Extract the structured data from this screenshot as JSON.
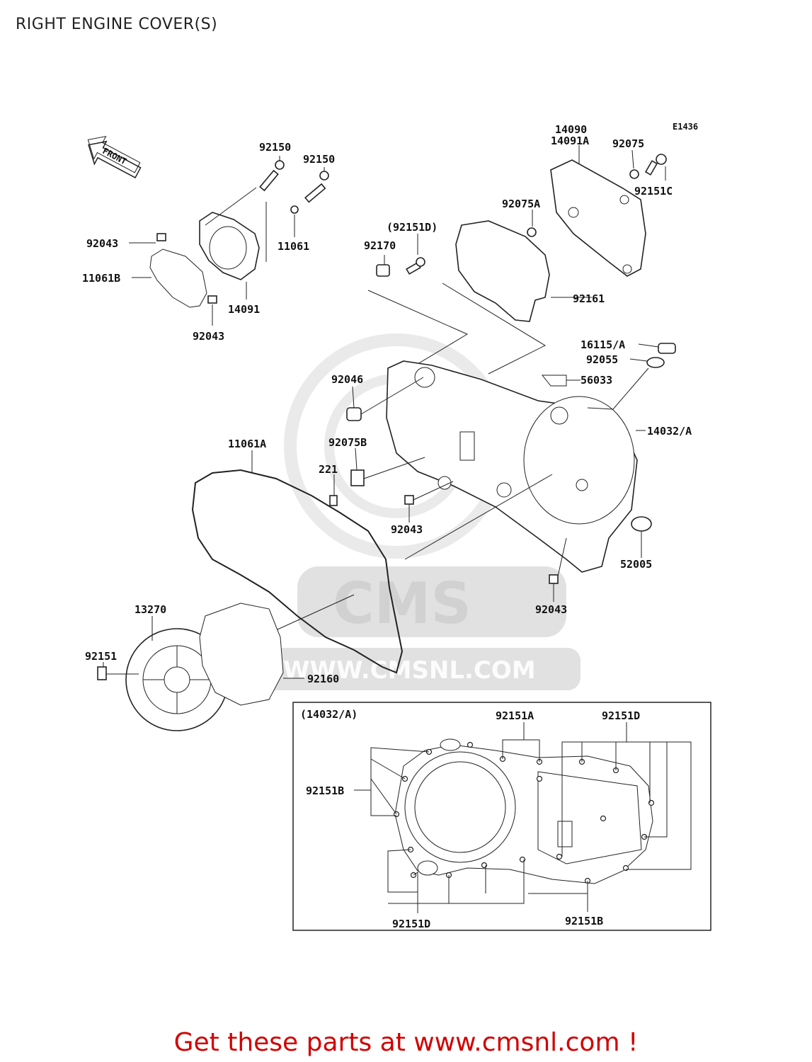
{
  "title": "RIGHT ENGINE COVER(S)",
  "figure_code": "E1436",
  "front_marker": "FRONT",
  "watermark": {
    "brand": "CMS",
    "url": "WWW.CMSNL.COM"
  },
  "inset_title": "(14032/A)",
  "labels": {
    "p14090": "14090",
    "p14091A": "14091A",
    "p92075": "92075",
    "p92151C": "92151C",
    "p92075A": "92075A",
    "p92151D_paren": "(92151D)",
    "p92170": "92170",
    "p92161": "92161",
    "p92150_a": "92150",
    "p92150_b": "92150",
    "p11061": "11061",
    "p92043_a": "92043",
    "p11061B": "11061B",
    "p14091": "14091",
    "p92043_b": "92043",
    "p16115A": "16115/A",
    "p92055": "92055",
    "p92046": "92046",
    "p56033": "56033",
    "p14032A": "14032/A",
    "p11061A": "11061A",
    "p92075B": "92075B",
    "p221": "221",
    "p92043_c": "92043",
    "p52005": "52005",
    "p92043_d": "92043",
    "p13270": "13270",
    "p92151": "92151",
    "p92160": "92160",
    "in_92151A": "92151A",
    "in_92151D_top": "92151D",
    "in_92151B_left": "92151B",
    "in_92151D_bottom": "92151D",
    "in_92151B_bottom": "92151B"
  },
  "footer": "Get these parts at www.cmsnl.com !",
  "colors": {
    "footer": "#d20000",
    "line": "#222222",
    "watermark": "#c8c8c8"
  }
}
